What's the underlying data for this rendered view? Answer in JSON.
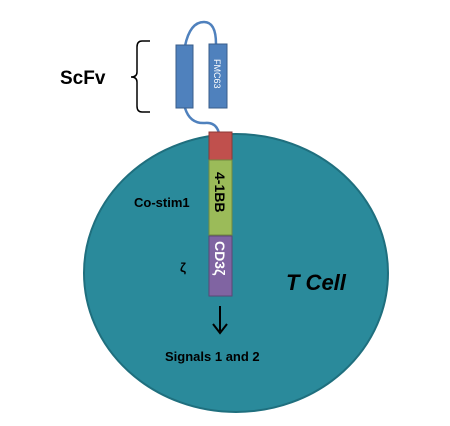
{
  "diagram": {
    "scfv_label": "ScFv",
    "fmc63_label": "FMC63",
    "costim_label": "Co-stim1",
    "bb4_label": "4-1BB",
    "zeta_label": "ζ",
    "cd3z_label": "CD3ζ",
    "cell_label": "T Cell",
    "signals_label": "Signals 1 and 2"
  },
  "colors": {
    "cell": "#2a8a9b",
    "cell_stroke": "#1f6f7e",
    "scfv_blue": "#4f81bd",
    "transmembrane_red": "#c0504d",
    "bb4_green": "#9bbb59",
    "cd3z_purple": "#8064a2",
    "linker_blue": "#4f81bd"
  }
}
